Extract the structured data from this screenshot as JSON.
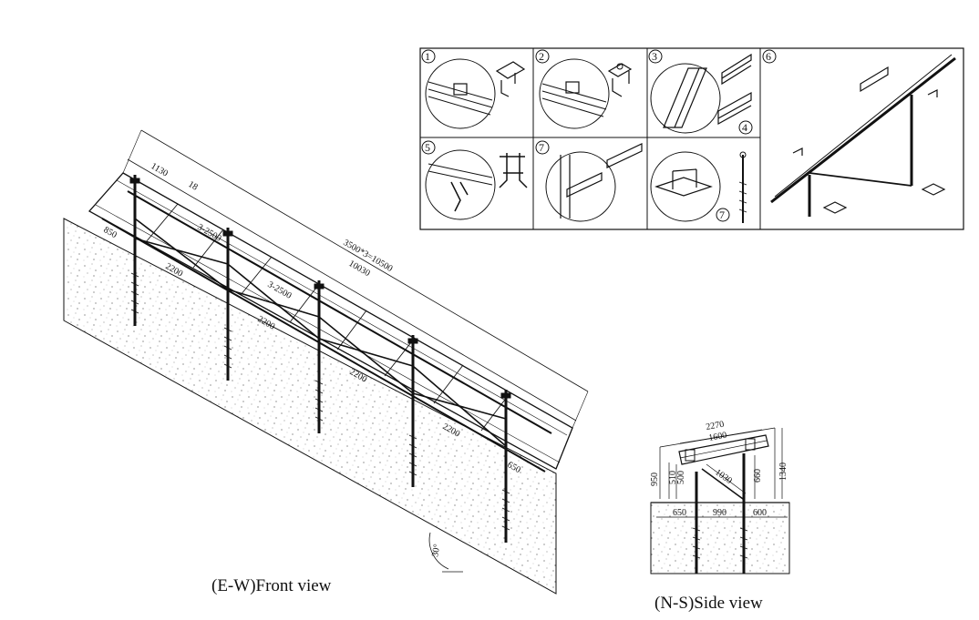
{
  "captions": {
    "front": "(E-W)Front view",
    "side": "(N-S)Side view"
  },
  "front_view": {
    "dims": {
      "total": "3500*3=10500",
      "rail": "10030",
      "d1130": "1130",
      "d18": "18",
      "d850": "850",
      "d650": "650",
      "brace1": "3-2500",
      "brace2": "3-2500",
      "span1": "2200",
      "span2": "2200",
      "span3": "2200",
      "span4": "2200"
    },
    "slope_angle": "30°"
  },
  "side_view": {
    "dims": {
      "top": "2270",
      "panel": "1600",
      "left_h": "950",
      "h510": "510",
      "h500": "500",
      "brace": "1030",
      "h660": "660",
      "right_h": "1340",
      "g650": "650",
      "g990": "990",
      "g600": "600"
    }
  },
  "components": {
    "labels": [
      "1",
      "2",
      "3",
      "4",
      "5",
      "7",
      "7",
      "6"
    ]
  }
}
